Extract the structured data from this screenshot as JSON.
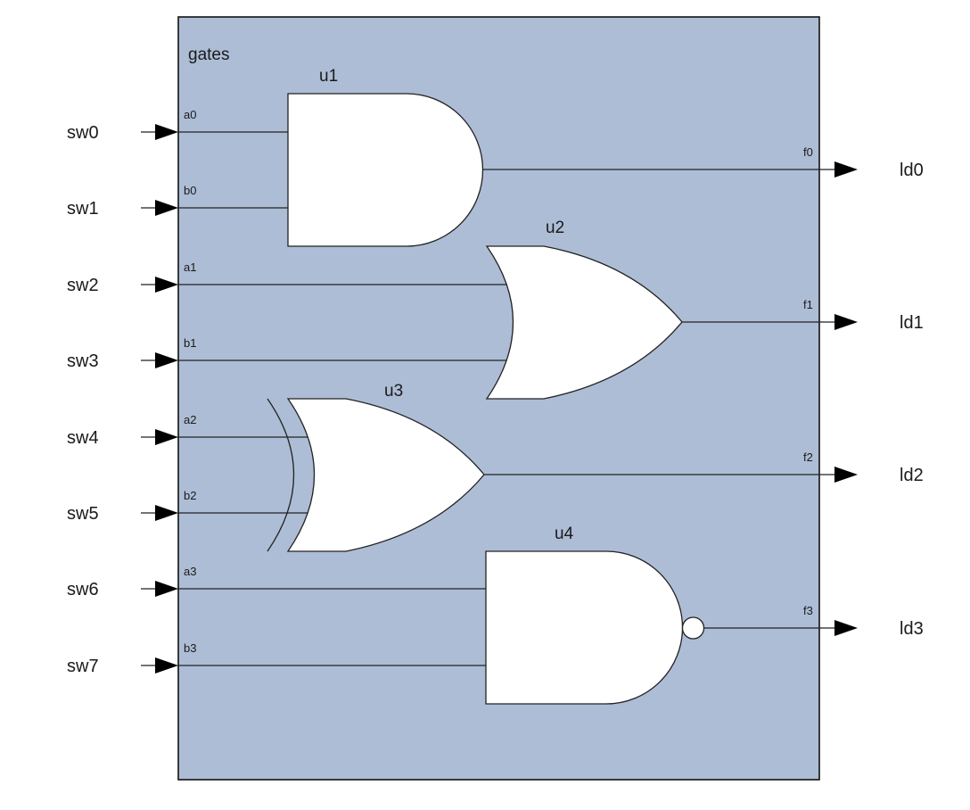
{
  "block": {
    "name": "gates",
    "fill": "#adbdd6",
    "stroke": "#111111"
  },
  "inputs": [
    "sw0",
    "sw1",
    "sw2",
    "sw3",
    "sw4",
    "sw5",
    "sw6",
    "sw7"
  ],
  "input_ports": [
    "a0",
    "b0",
    "a1",
    "b1",
    "a2",
    "b2",
    "a3",
    "b3"
  ],
  "outputs": [
    "ld0",
    "ld1",
    "ld2",
    "ld3"
  ],
  "output_ports": [
    "f0",
    "f1",
    "f2",
    "f3"
  ],
  "gates": [
    {
      "instance": "u1",
      "type": "and"
    },
    {
      "instance": "u2",
      "type": "or"
    },
    {
      "instance": "u3",
      "type": "xor"
    },
    {
      "instance": "u4",
      "type": "nand"
    }
  ]
}
